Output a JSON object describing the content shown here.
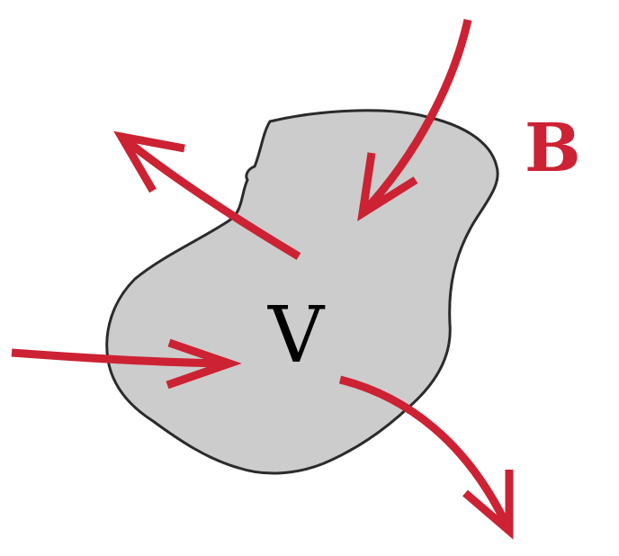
{
  "labels": {
    "volume": "V",
    "field": "B"
  },
  "colors": {
    "region_fill": "#cccccc",
    "region_stroke": "#2b2b2b",
    "arrow": "#cc2233",
    "text": "#000000",
    "background": "#ffffff"
  },
  "arrows": [
    {
      "name": "arrow-in-top",
      "direction": "inward"
    },
    {
      "name": "arrow-out-upper-left",
      "direction": "outward"
    },
    {
      "name": "arrow-in-left",
      "direction": "inward"
    },
    {
      "name": "arrow-out-lower-right",
      "direction": "outward"
    }
  ]
}
